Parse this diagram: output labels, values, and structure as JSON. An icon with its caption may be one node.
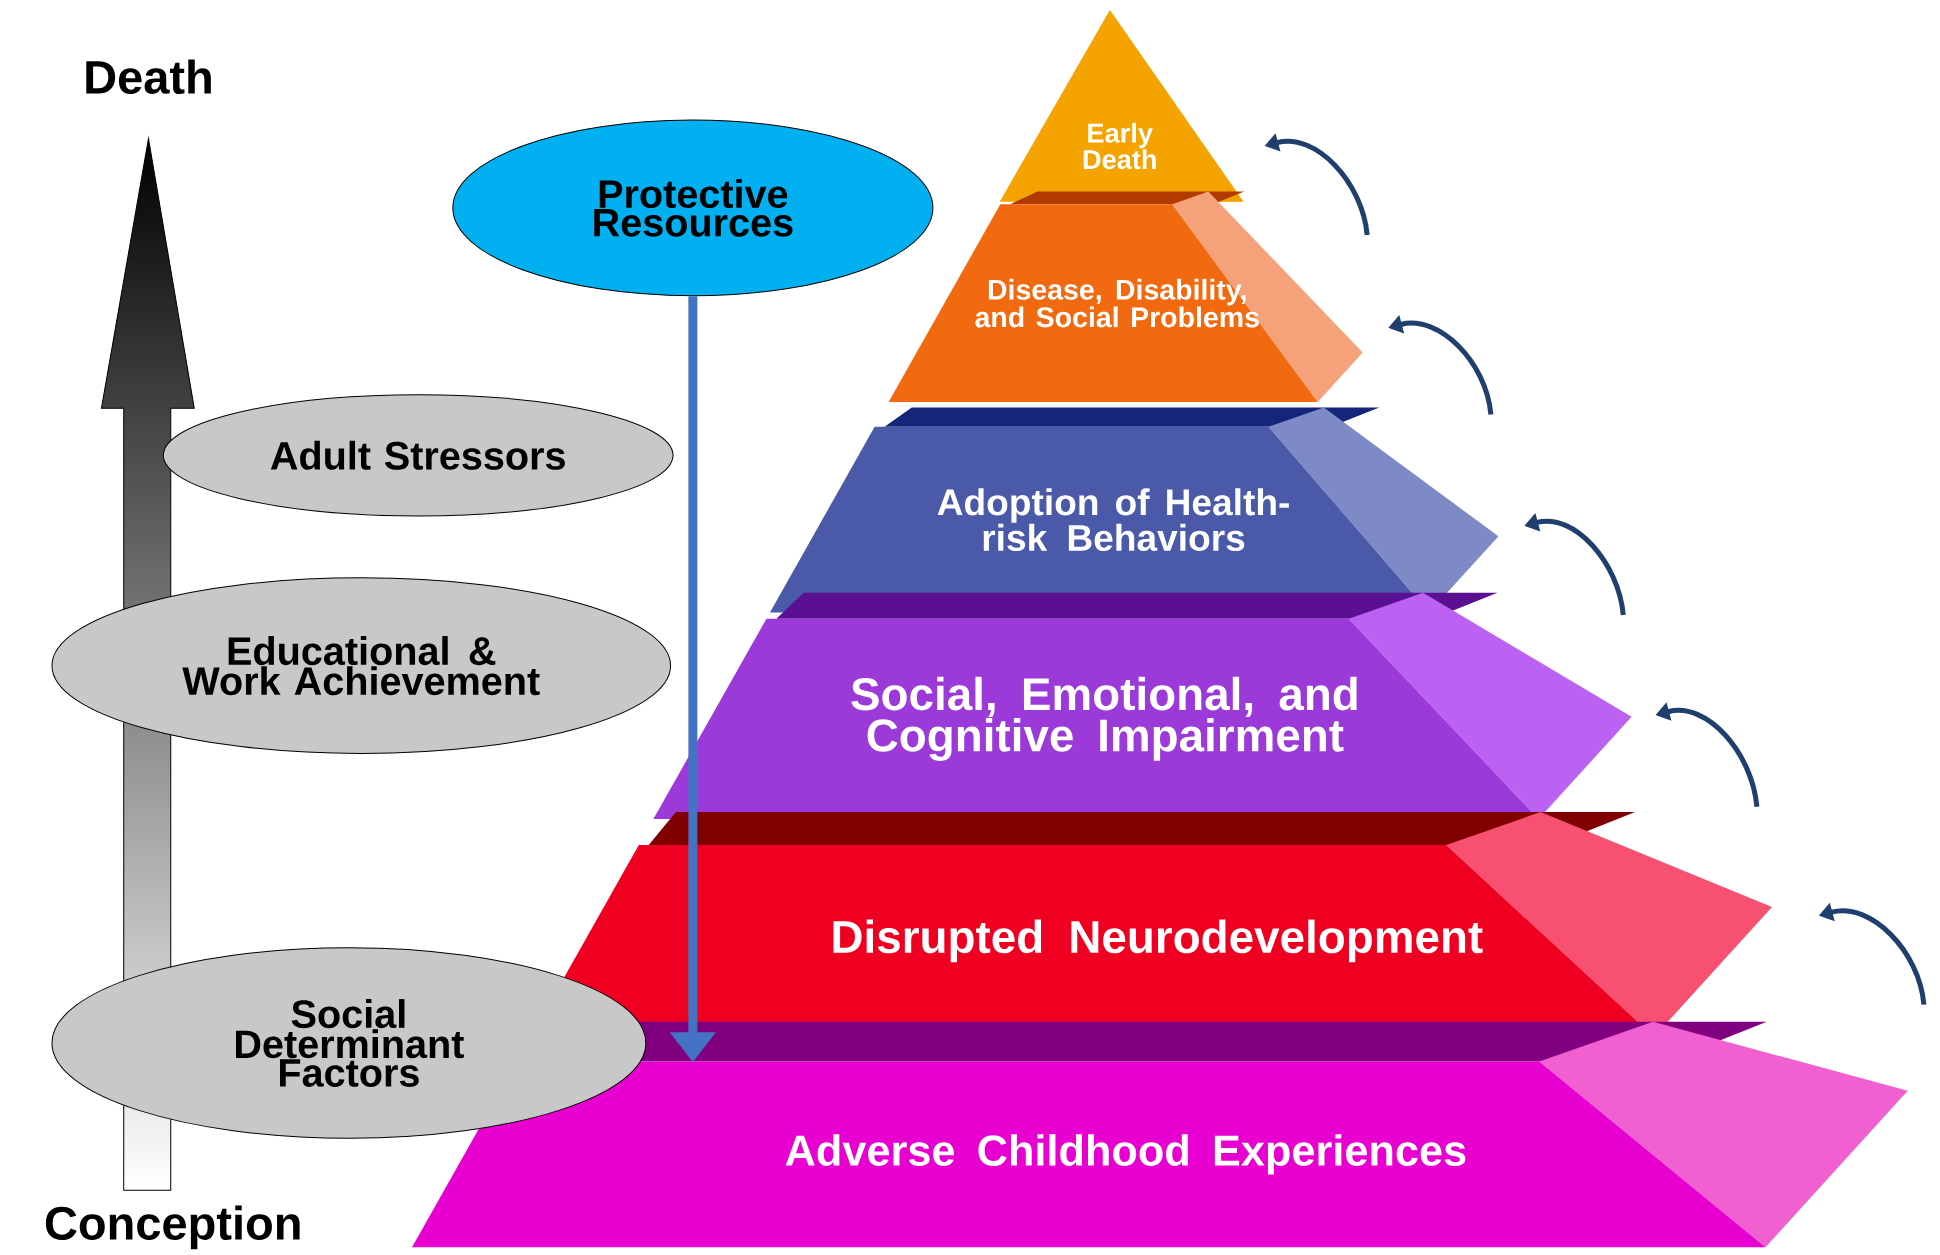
{
  "diagram": {
    "nodes": [
      {
        "text": [
          "Protective Resources"
        ]
      },
      {
        "text": [
          "Adult Stressors"
        ]
      },
      {
        "text": [
          "Educational & Work Achievement"
        ]
      },
      {
        "text": [
          "Social Determinant Factors"
        ]
      },
      {
        "text": [
          "Early Death"
        ]
      },
      {
        "text": [
          "Disease, Disability, and Social Problems"
        ]
      },
      {
        "text": [
          "Adoption of Health-risk Behaviors"
        ]
      },
      {
        "text": [
          "Social, Emotional, and Cognitive Impairment"
        ]
      },
      {
        "text": [
          "Disrupted Neurodevelopment"
        ]
      },
      {
        "text": [
          "Adverse Childhood Experiences"
        ]
      }
    ],
    "edges": [
      {
        "from": 0,
        "to": 9,
        "arrow": "to"
      }
    ],
    "labels": [
      "Death",
      "Conception"
    ]
  }
}
